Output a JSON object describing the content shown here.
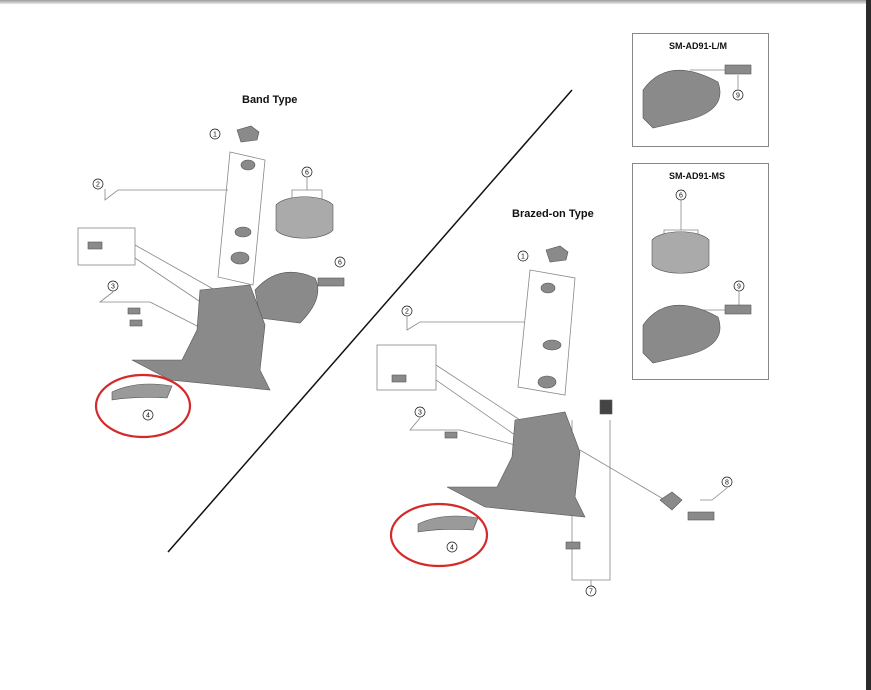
{
  "band_type": {
    "title": "Band Type",
    "callouts": [
      "1",
      "2",
      "3",
      "6",
      "6",
      "4"
    ]
  },
  "brazed_type": {
    "title": "Brazed-on Type",
    "callouts": [
      "1",
      "2",
      "3",
      "4",
      "8",
      "7"
    ]
  },
  "adapters": [
    {
      "title": "SM-AD91-L/M",
      "callouts": [
        "9"
      ]
    },
    {
      "title": "SM-AD91-MS",
      "callouts": [
        "6",
        "9"
      ]
    }
  ],
  "colors": {
    "highlight": "#d42a2a",
    "part": "#8a8a8a",
    "line": "#777777"
  }
}
